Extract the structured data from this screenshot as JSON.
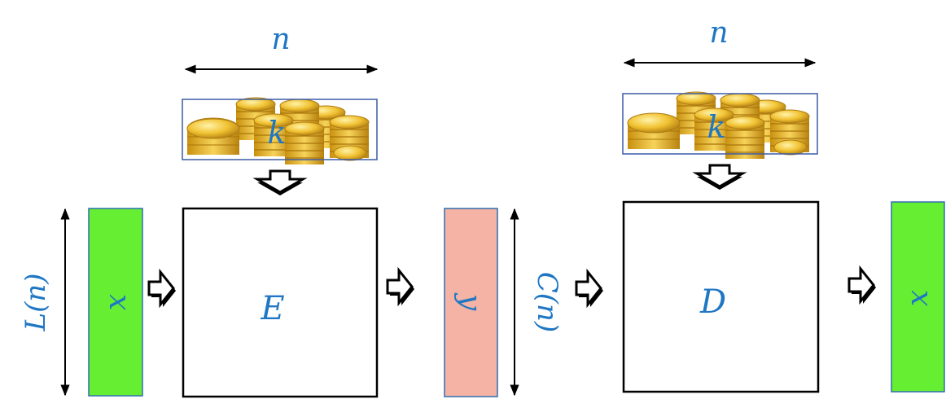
{
  "labels": {
    "n_left": "n",
    "n_right": "n",
    "k_left": "k",
    "k_right": "k",
    "encoder": "E",
    "decoder": "D",
    "input_x": "x",
    "ciphertext_y": "y",
    "output_x": "x",
    "input_length": "L(n)",
    "ciphertext_length": "C(n)"
  },
  "colors": {
    "label_blue": "#1f77c4",
    "message_green": "#66ee33",
    "cipher_pink": "#f4b3a5",
    "key_frame": "#3b5aa6",
    "coin_gold": "#f1c232"
  },
  "icons": {
    "key_image": "gold-coins-stack",
    "flow_arrows": "hollow-block-arrow"
  }
}
